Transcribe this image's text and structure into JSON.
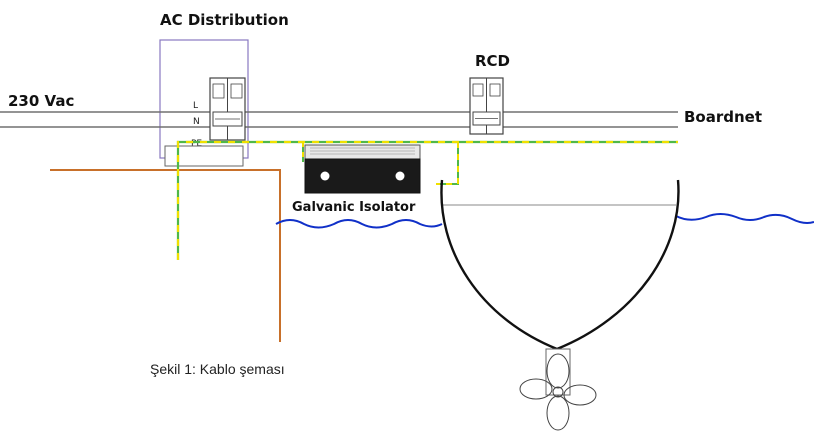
{
  "labels": {
    "ac_distribution": "AC Distribution",
    "voltage": "230 Vac",
    "rcd": "RCD",
    "boardnet": "Boardnet",
    "galvanic_isolator": "Galvanic Isolator",
    "terminal_l": "L",
    "terminal_n": "N",
    "terminal_pe": "PE"
  },
  "caption": "Şekil 1: Kablo şeması",
  "colors": {
    "panel_border": "#8878c0",
    "line_gray": "#707070",
    "earth_green": "#50b848",
    "earth_yellow": "#f0e000",
    "shore_cable": "#c8702a",
    "water": "#1030c8",
    "hull": "#111111",
    "waterline": "#a0a0a0"
  },
  "icons": {
    "breaker_main": "circuit-breaker-icon",
    "breaker_rcd": "rcd-breaker-icon",
    "isolator": "galvanic-isolator-icon",
    "propeller": "propeller-icon"
  }
}
